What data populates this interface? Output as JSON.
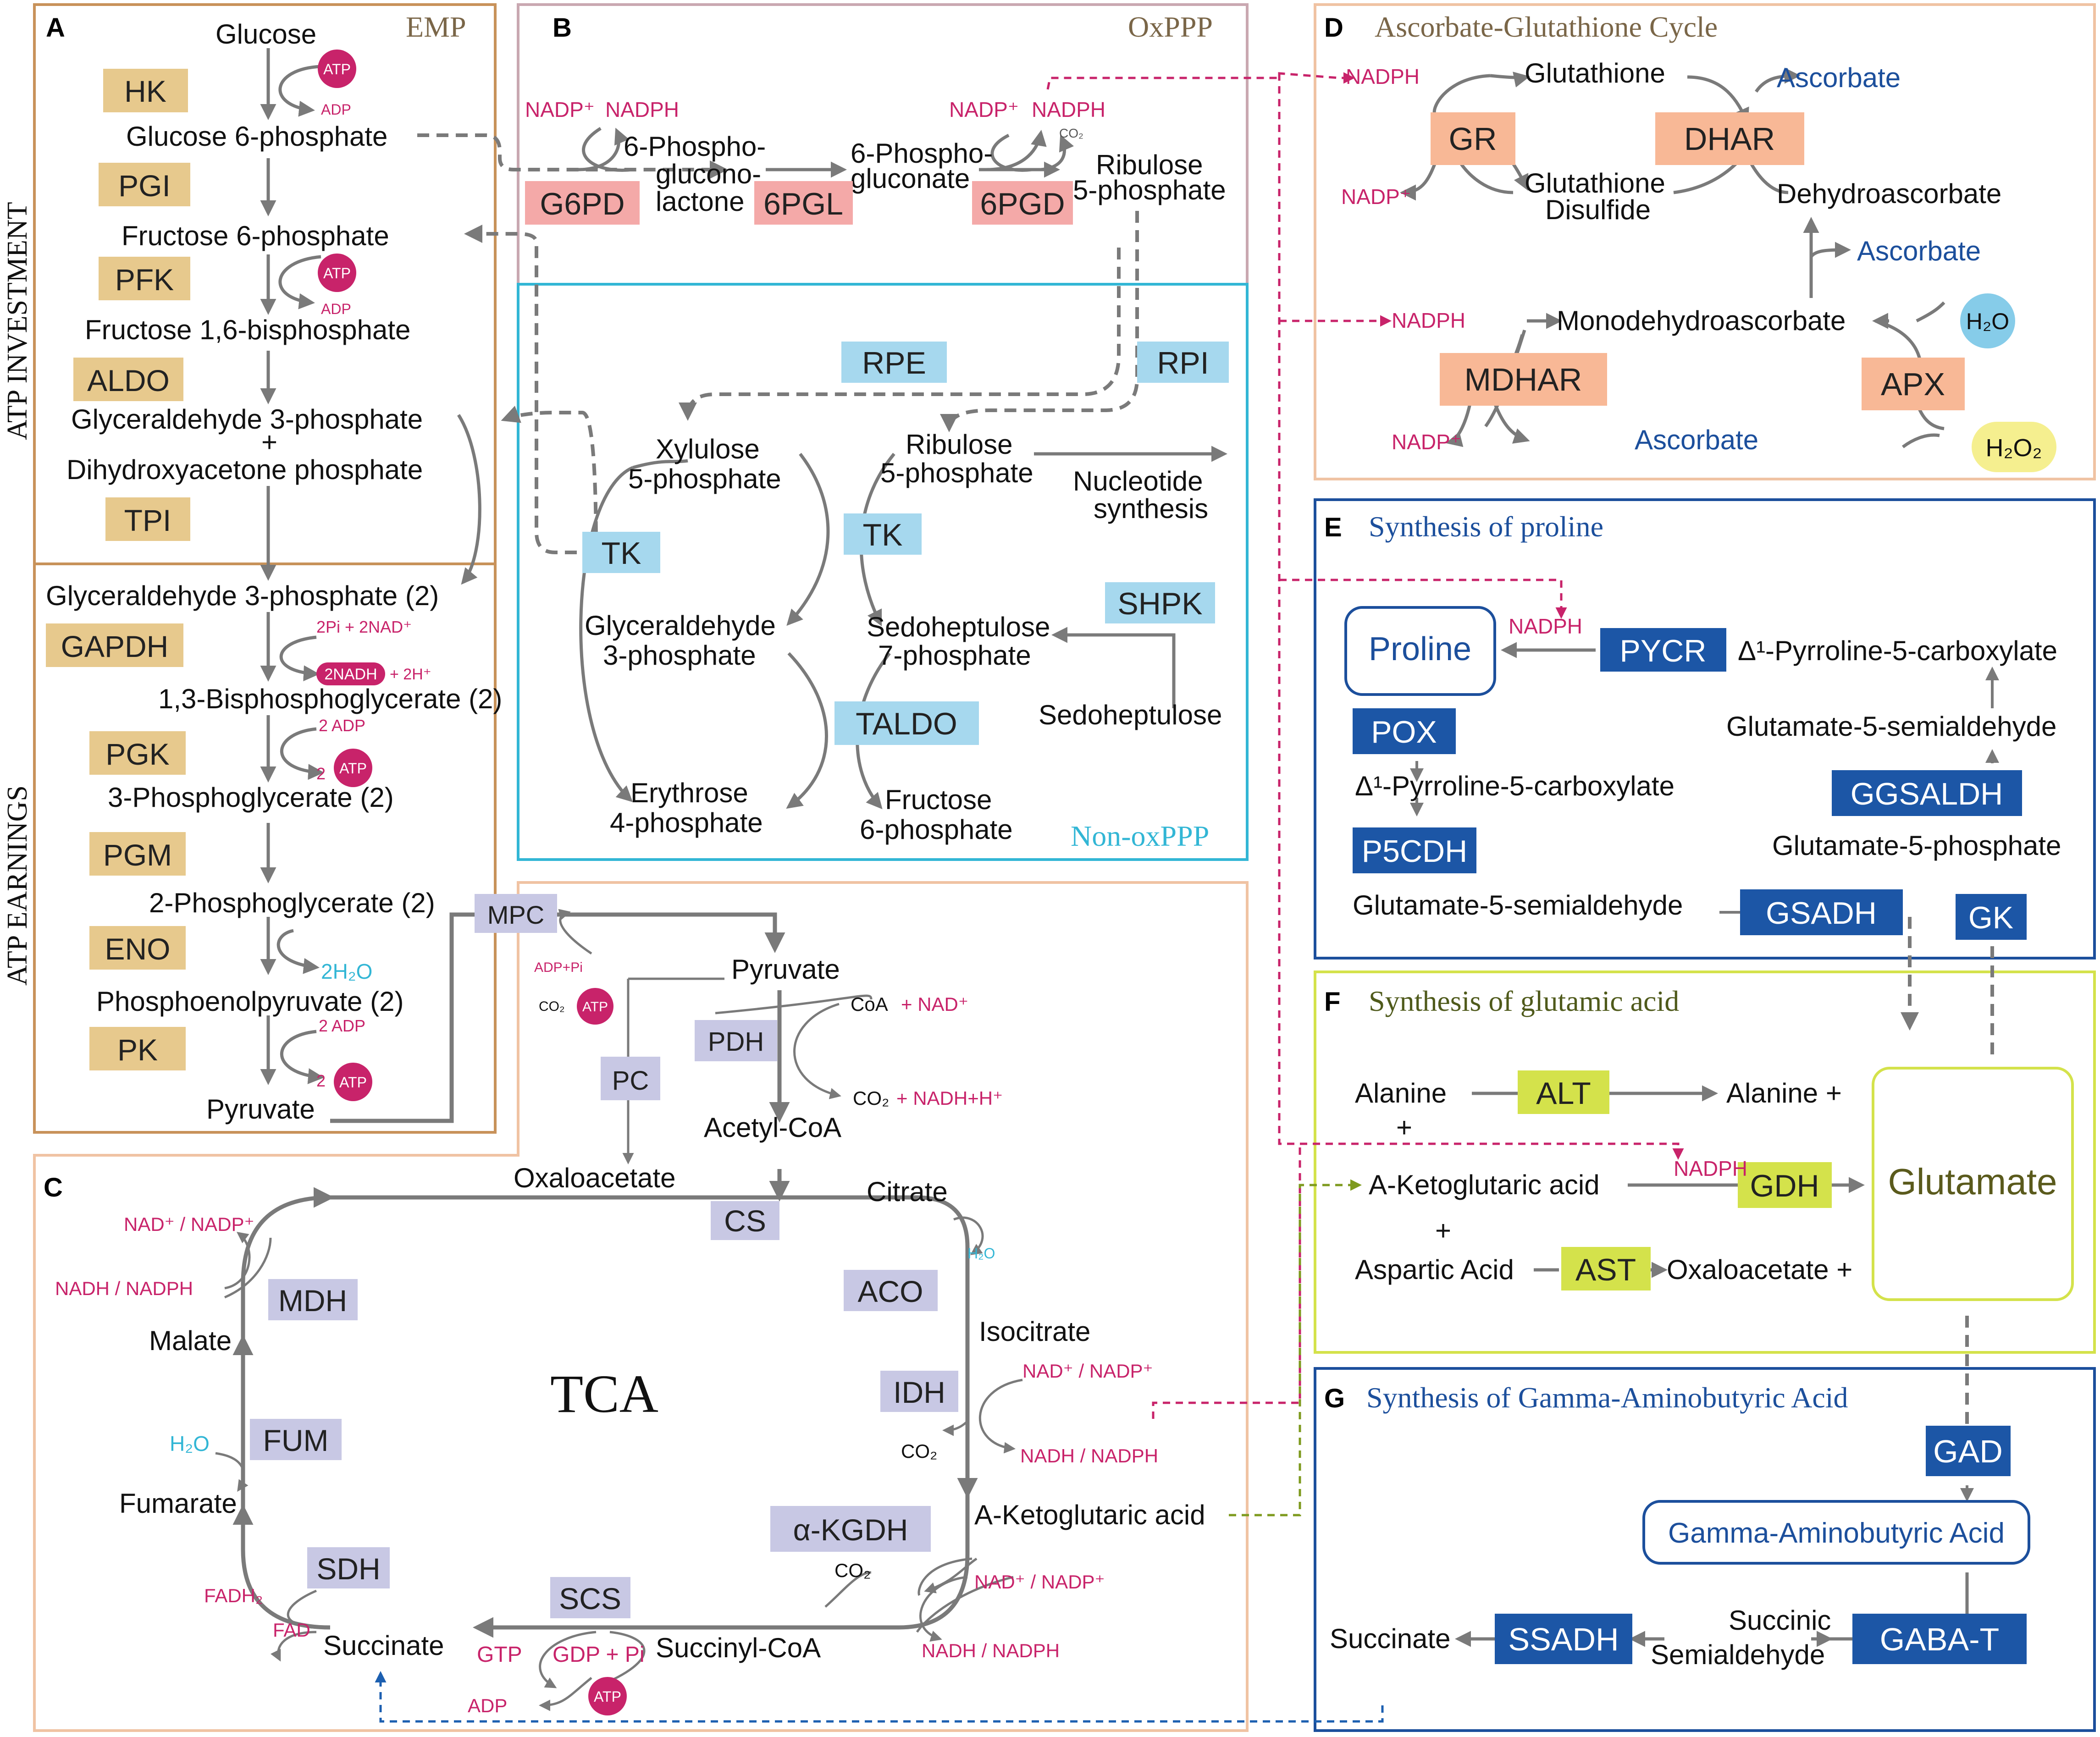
{
  "panels": {
    "A": {
      "letter": "A",
      "title": "EMP"
    },
    "B": {
      "letter": "B",
      "title": "OxPPP",
      "sub_title": "Non-oxPPP"
    },
    "C": {
      "letter": "C",
      "center": "TCA"
    },
    "D": {
      "letter": "D",
      "title": "Ascorbate-Glutathione Cycle"
    },
    "E": {
      "letter": "E",
      "title": "Synthesis of proline"
    },
    "F": {
      "letter": "F",
      "title": "Synthesis of glutamic acid"
    },
    "G": {
      "letter": "G",
      "title": "Synthesis of Gamma-Aminobutyric Acid"
    }
  },
  "side_labels": {
    "investment": "ATP INVESTMENT",
    "earnings": "ATP EARNINGS"
  },
  "glycolysis": {
    "metabolites": [
      "Glucose",
      "Glucose 6-phosphate",
      "Fructose 6-phosphate",
      "Fructose 1,6-bisphosphate",
      "Glyceraldehyde 3-phosphate",
      "+",
      "Dihydroxyacetone phosphate",
      "Glyceraldehyde 3-phosphate (2)",
      "1,3-Bisphosphoglycerate (2)",
      "3-Phosphoglycerate (2)",
      "2-Phosphoglycerate (2)",
      "Phosphoenolpyruvate (2)",
      "Pyruvate"
    ],
    "enzymes": [
      "HK",
      "PGI",
      "PFK",
      "ALDO",
      "TPI",
      "GAPDH",
      "PGK",
      "PGM",
      "ENO",
      "PK"
    ],
    "cofactors": {
      "atp": "ATP",
      "adp": "ADP",
      "two_atp": "2",
      "two_adp": "2 ADP",
      "pi_nad": "2Pi + 2NAD⁺",
      "two_nadh": "2NADH",
      "two_h": "+ 2H⁺",
      "water": "2H₂O"
    }
  },
  "pentose": {
    "metabolites": [
      "6-Phospho-",
      "glucono-",
      "lactone",
      "6-Phospho-",
      "gluconate",
      "Ribulose",
      "5-phosphate",
      "Xylulose",
      "5-phosphate",
      "Ribulose",
      "5-phosphate",
      "Nucleotide",
      "synthesis",
      "Glyceraldehyde",
      "3-phosphate",
      "Sedoheptulose",
      "7-phosphate",
      "Sedoheptulose",
      "Erythrose",
      "4-phosphate",
      "Fructose",
      "6-phosphate"
    ],
    "enzymes": [
      "G6PD",
      "6PGL",
      "6PGD",
      "RPE",
      "RPI",
      "TK",
      "TK",
      "SHPK",
      "TALDO"
    ],
    "cofactors": {
      "nadp": "NADP⁺",
      "nadph": "NADPH",
      "co2": "CO₂"
    }
  },
  "tca": {
    "metabolites": [
      "Pyruvate",
      "Acetyl-CoA",
      "Oxaloacetate",
      "Citrate",
      "Isocitrate",
      "A-Ketoglutaric acid",
      "Succinyl-CoA",
      "Succinate",
      "Fumarate",
      "Malate"
    ],
    "enzymes": [
      "MPC",
      "PDH",
      "PC",
      "CS",
      "ACO",
      "IDH",
      "α-KGDH",
      "SCS",
      "SDH",
      "FUM",
      "MDH"
    ],
    "cofactors": {
      "adp_pi": "ADP+Pi",
      "co2": "CO₂",
      "atp": "ATP",
      "coa_nad": "CoA",
      "nad": "+ NAD⁺",
      "co2_nadh": "CO₂",
      "nadh_h": "+ NADH+H⁺",
      "h2o": "H₂O",
      "nad_nadp": "NAD⁺ / NADP⁺",
      "nadh_nadph": "NADH / NADPH",
      "gtp": "GTP",
      "gdp_pi": "GDP + Pi",
      "adp": "ADP",
      "fadh2": "FADH₂",
      "fad": "FAD"
    }
  },
  "ascorbate": {
    "metabolites": [
      "Glutathione",
      "Ascorbate",
      "Glutathione",
      "Disulfide",
      "Dehydroascorbate",
      "Ascorbate",
      "Monodehydroascorbate",
      "Ascorbate",
      "H₂O",
      "H₂O₂"
    ],
    "enzymes": [
      "GR",
      "DHAR",
      "MDHAR",
      "APX"
    ],
    "cofactors": {
      "nadph": "NADPH",
      "nadp": "NADP⁺"
    }
  },
  "proline": {
    "boxes": [
      "Proline"
    ],
    "metabolites": [
      "Δ¹-Pyrroline-5-carboxylate",
      "Glutamate-5-semialdehyde",
      "Glutamate-5-phosphate",
      "Δ¹-Pyrroline-5-carboxylate",
      "Glutamate-5-semialdehyde"
    ],
    "enzymes": [
      "PYCR",
      "POX",
      "P5CDH",
      "GGSALDH",
      "GSADH",
      "GK"
    ],
    "cofactors": {
      "nadph": "NADPH"
    }
  },
  "glutamic": {
    "metabolites": [
      "Alanine",
      "Alanine +",
      "+",
      "A-Ketoglutaric acid",
      "+",
      "Aspartic Acid",
      "Oxaloacetate +"
    ],
    "enzymes": [
      "ALT",
      "GDH",
      "AST"
    ],
    "product": "Glutamate",
    "cofactors": {
      "nadph": "NADPH"
    }
  },
  "gaba": {
    "boxes": [
      "Gamma-Aminobutyric Acid"
    ],
    "metabolites": [
      "Succinate",
      "Succinic",
      "Semialdehyde"
    ],
    "enzymes": [
      "GAD",
      "SSADH",
      "GABA-T"
    ]
  },
  "colors": {
    "arrow": "#7a7a7a",
    "magenta": "#c8236a",
    "cyan": "#32b6d5",
    "blue": "#1c4f9c",
    "olive": "#5a5a1c",
    "emp_border": "#c8925a",
    "emp_enzyme": "#e7c98d",
    "ox_enzyme": "#f4a9a8",
    "nonox_enzyme": "#a6d8ee",
    "tca_enzyme": "#c8c8e4",
    "ag_enzyme": "#f8b896",
    "pro_enzyme": "#1c56a6",
    "glu_enzyme": "#d4e24b",
    "green_dash": "#7e9a1e",
    "blue_dash": "#1c5fb0",
    "atp_fill": "#c8236a",
    "h2o_fill": "#86cce9",
    "h2o2_fill": "#f5ef8f"
  }
}
